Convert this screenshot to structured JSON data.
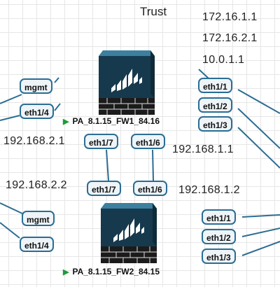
{
  "zone_label": "Trust",
  "ip_labels": [
    "172.16.1.1",
    "172.16.2.1",
    "10.0.1.1",
    "192.168.2.1",
    "192.168.1.1",
    "192.168.2.2",
    "192.168.1.2"
  ],
  "firewalls": [
    {
      "name": "PA_8.1.15_FW1_84.16"
    },
    {
      "name": "PA_8.1.15_FW2_84.15"
    }
  ],
  "ports": {
    "fw1_mgmt": "mgmt",
    "fw1_eth1_4": "eth1/4",
    "fw1_eth1_7": "eth1/7",
    "fw1_eth1_6": "eth1/6",
    "fw1_eth1_1": "eth1/1",
    "fw1_eth1_2": "eth1/2",
    "fw1_eth1_3": "eth1/3",
    "fw2_eth1_7": "eth1/7",
    "fw2_eth1_6": "eth1/6",
    "fw2_mgmt": "mgmt",
    "fw2_eth1_4": "eth1/4",
    "fw2_eth1_1": "eth1/1",
    "fw2_eth1_2": "eth1/2",
    "fw2_eth1_3": "eth1/3"
  },
  "colors": {
    "link": "#2b6d93",
    "device_body": "#16394d",
    "device_top": "#3d7f9e",
    "device_base": "#1b1b1b",
    "status_arrow": "#1e9b3a"
  }
}
